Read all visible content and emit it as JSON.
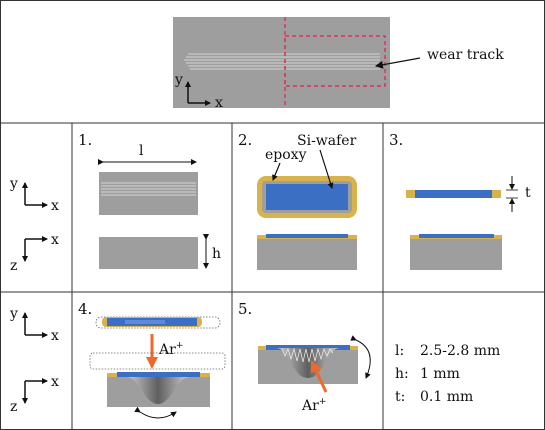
{
  "top_panel": {
    "wear_track_label": "wear track",
    "axis_y": "y",
    "axis_x": "x"
  },
  "row_axes": {
    "upper_top": {
      "y": "y",
      "x": "x"
    },
    "upper_bottom": {
      "z": "z",
      "x": "x"
    },
    "lower_top": {
      "y": "y",
      "x": "x"
    },
    "lower_bottom": {
      "z": "z",
      "x": "x"
    }
  },
  "steps": {
    "s1": {
      "number": "1.",
      "length_label": "l",
      "height_label": "h"
    },
    "s2": {
      "number": "2.",
      "epoxy_label": "epoxy",
      "wafer_label": "Si-wafer"
    },
    "s3": {
      "number": "3.",
      "thickness_label": "t"
    },
    "s4": {
      "number": "4.",
      "ion_label": "Ar",
      "ion_sup": "+"
    },
    "s5": {
      "number": "5.",
      "ion_label": "Ar",
      "ion_sup": "+"
    }
  },
  "legend": {
    "l_key": "l:",
    "l_value": "2.5-2.8 mm",
    "h_key": "h:",
    "h_value": "1 mm",
    "t_key": "t:",
    "t_value": "0.1 mm"
  },
  "colors": {
    "gray_block": "#9e9e9e",
    "wafer_blue": "#3a6fc4",
    "epoxy_yellow": "#d8b24a",
    "arrow_orange": "#ef6a2a",
    "dash_red": "#e0204a"
  }
}
